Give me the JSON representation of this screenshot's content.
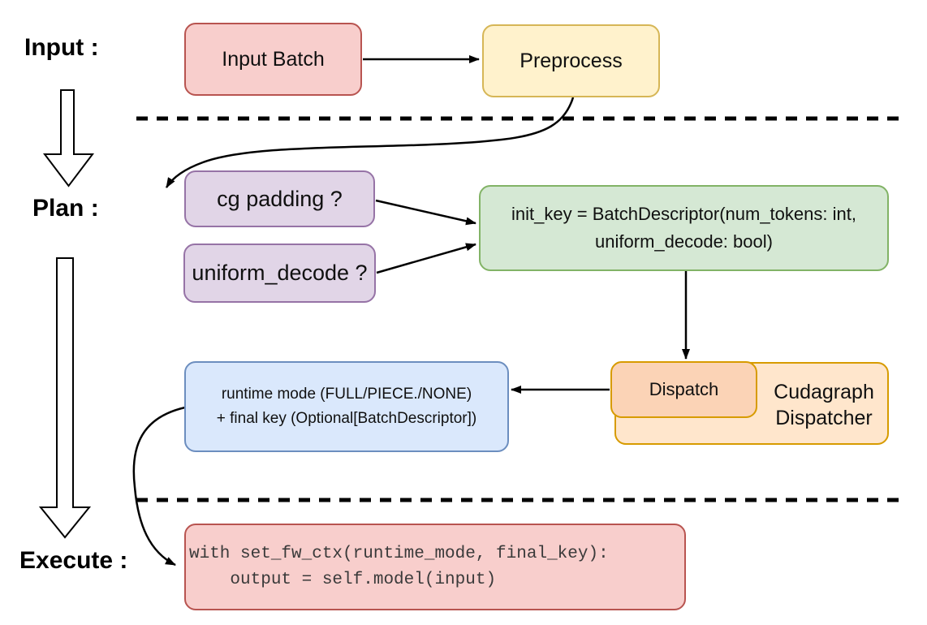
{
  "labels": {
    "input": "Input :",
    "plan": "Plan :",
    "execute": "Execute :"
  },
  "nodes": {
    "input_batch": {
      "label": "Input Batch"
    },
    "preprocess": {
      "label": "Preprocess"
    },
    "cg_padding": {
      "label": "cg padding ?"
    },
    "uniform_decode": {
      "label": "uniform_decode ?"
    },
    "init_key": {
      "line1": "init_key = BatchDescriptor(num_tokens: int,",
      "line2": "uniform_decode: bool)"
    },
    "runtime_mode": {
      "line1": "runtime mode (FULL/PIECE./NONE)",
      "line2": "+ final key (Optional[BatchDescriptor])"
    },
    "dispatch": {
      "label": "Dispatch"
    },
    "cudagraph_dispatcher": {
      "line1": "Cudagraph",
      "line2": "Dispatcher"
    },
    "execute_code": {
      "line1": "with set_fw_ctx(runtime_mode, final_key):",
      "line2": "    output = self.model(input)"
    }
  },
  "colors": {
    "red_fill": "#F8CECC",
    "red_stroke": "#B85450",
    "yellow_fill": "#FFF2CC",
    "yellow_stroke": "#D6B656",
    "purple_fill": "#E1D5E7",
    "purple_stroke": "#9673A6",
    "green_fill": "#D5E8D4",
    "green_stroke": "#82B366",
    "blue_fill": "#DAE8FC",
    "blue_stroke": "#6C8EBF",
    "orange_outer_fill": "#FFE6CC",
    "orange_inner_fill": "#FBD3B6",
    "orange_stroke": "#D79B00",
    "connector": "#000000"
  }
}
